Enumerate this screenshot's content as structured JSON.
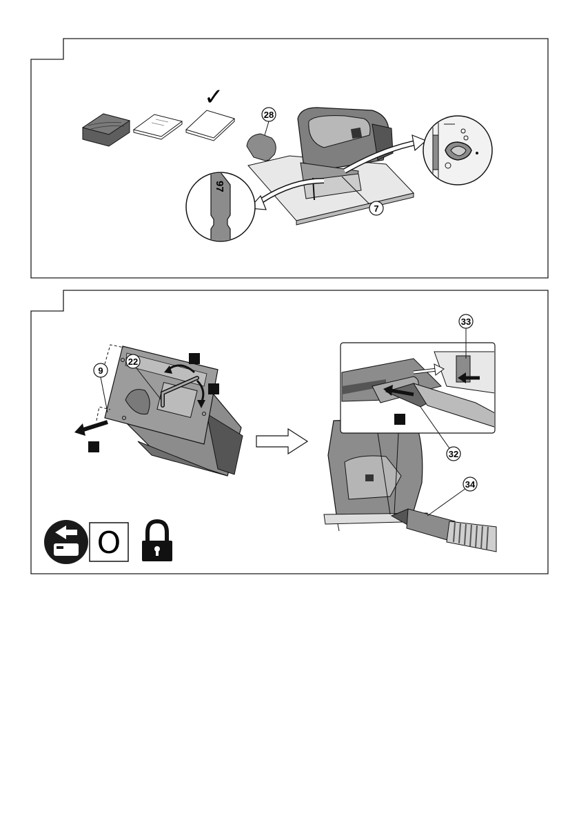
{
  "colors": {
    "ink": "#1a1a1a",
    "gray": "#8c8c8c",
    "light_gray": "#d9d9d9",
    "wood": "#6b6b6b",
    "paper": "#ffffff"
  },
  "panel1": {
    "callouts": {
      "oil": "28",
      "lever": "7"
    },
    "blade_marking": "97",
    "checkmark": "✓",
    "icons": [
      "wood-sheet-icon",
      "plastic-sheet-icon",
      "metal-sheet-icon",
      "checkmark-icon"
    ]
  },
  "panel2": {
    "callouts": {
      "base_plate": "9",
      "hex_key": "22",
      "dust_adapter_clip": "33",
      "dust_adapter": "32",
      "vacuum_hose": "34"
    },
    "icons": {
      "remove_battery": "remove-battery-icon",
      "switch_off_symbol": "O",
      "lock": "lock-icon"
    }
  }
}
